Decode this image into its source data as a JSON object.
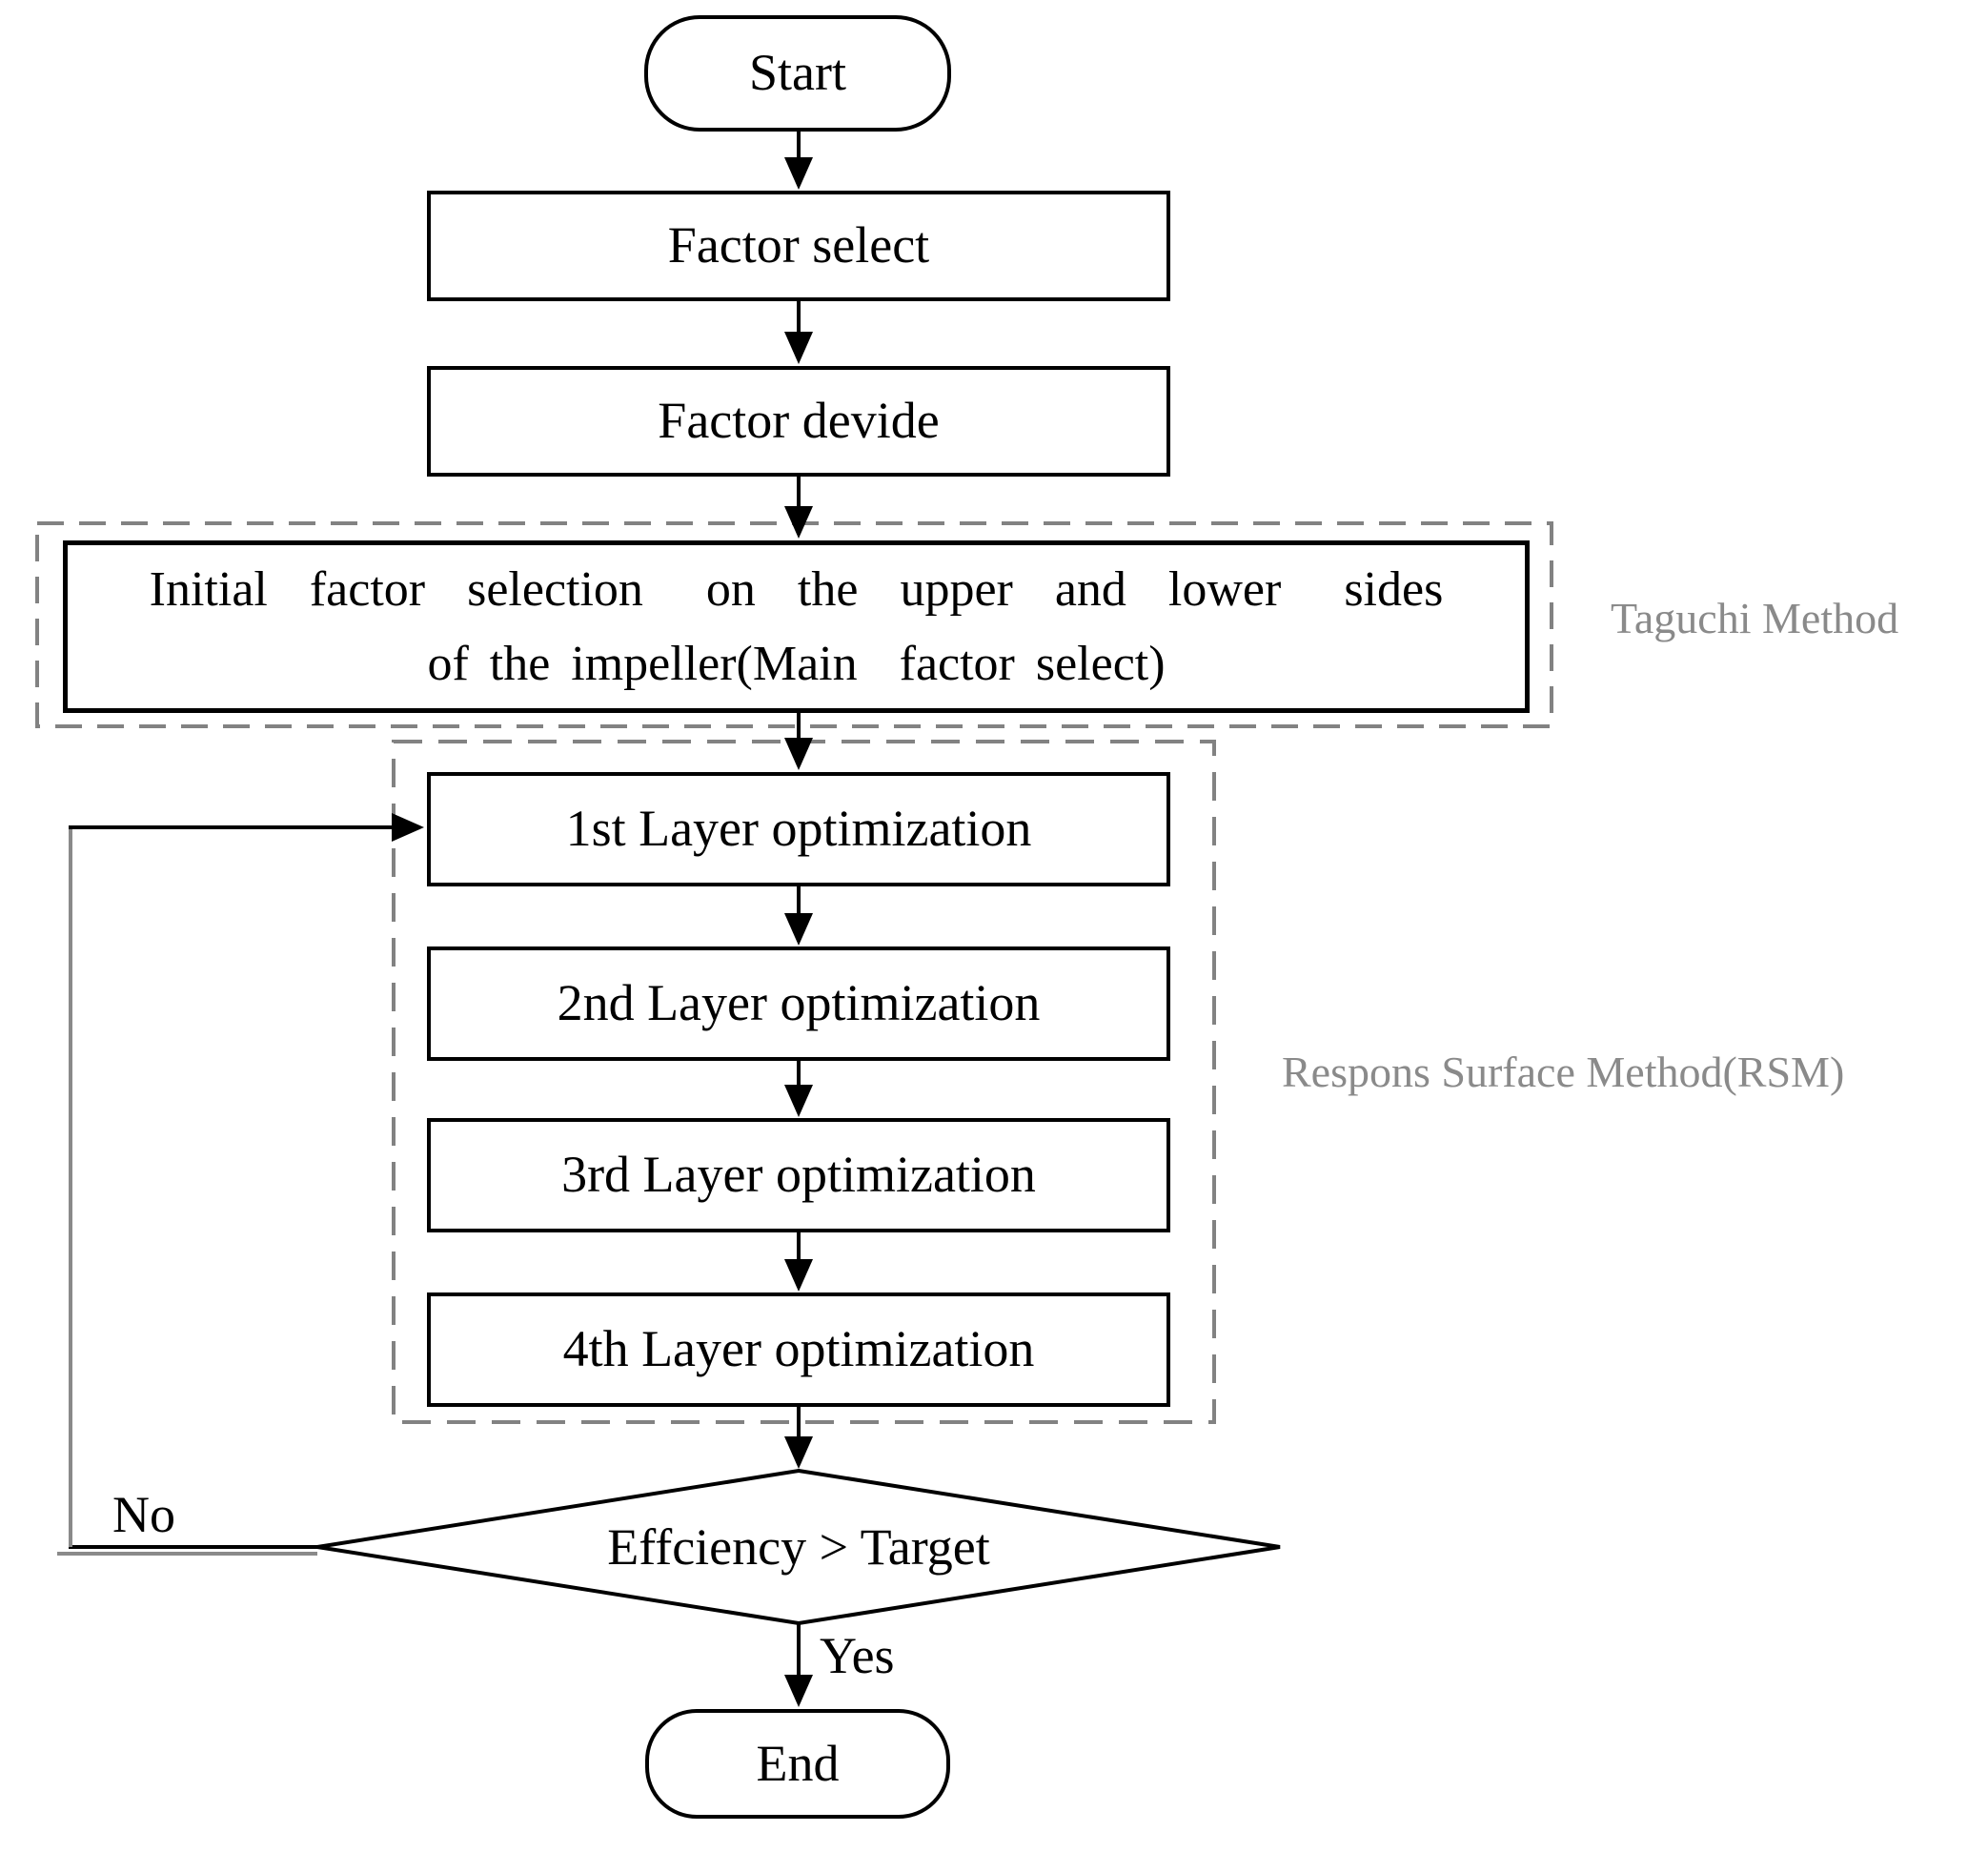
{
  "diagram": {
    "nodes": {
      "start": "Start",
      "factor_select": "Factor select",
      "factor_devide": "Factor devide",
      "initial_factor": {
        "line1": "Initial  factor  selection   on  the  upper  and  lower   sides",
        "line2": "of the impeller(Main  factor select)"
      },
      "layer1": "1st Layer optimization",
      "layer2": "2nd Layer optimization",
      "layer3": "3rd Layer optimization",
      "layer4": "4th Layer optimization",
      "decision": "Effciency > Target",
      "end": "End"
    },
    "edge_labels": {
      "yes": "Yes",
      "no": "No"
    },
    "group_labels": {
      "taguchi": "Taguchi Method",
      "rsm": "Respons Surface Method(RSM)"
    },
    "colors": {
      "stroke": "#000000",
      "muted": "#8a8a8a",
      "dashed": "#828282",
      "background": "#ffffff"
    }
  }
}
